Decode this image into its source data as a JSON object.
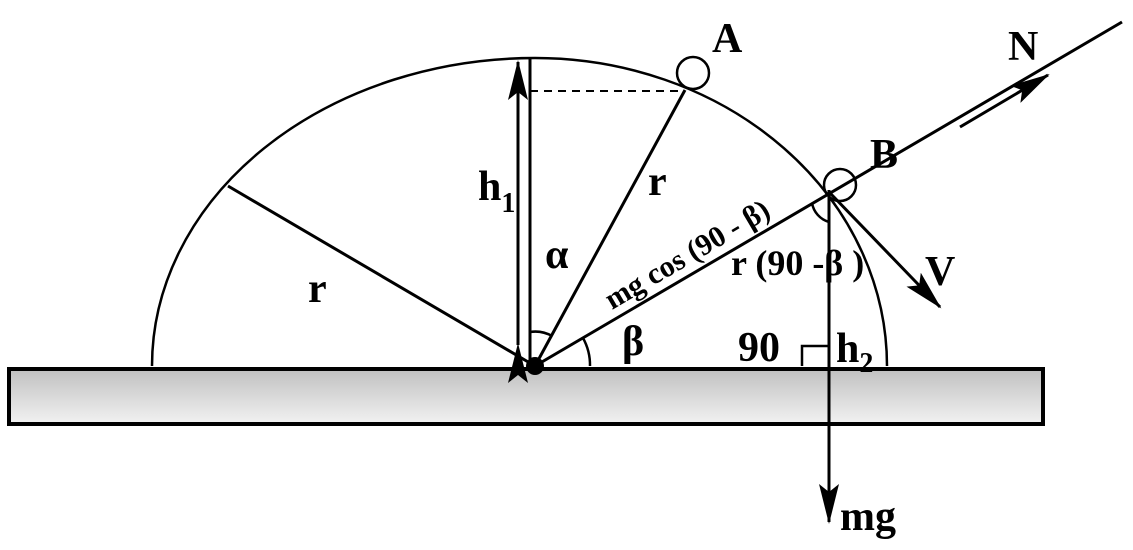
{
  "labels": {
    "point_a": "A",
    "point_b": "B",
    "normal_force": "N",
    "velocity": "V",
    "weight": "mg",
    "height1_main": "h",
    "height1_sub": "1",
    "height2_main": "h",
    "height2_sub": "2",
    "radius_left": "r",
    "radius_a": "r",
    "alpha": "α",
    "beta": "β",
    "normal_component": "mg cos (90 - β)",
    "angle_b": "r (90 -β  )",
    "right_angle": "90"
  },
  "colors": {
    "ground_top": "#c0c0c0",
    "ground_bottom": "#f2f2f2",
    "stroke": "#000000"
  }
}
